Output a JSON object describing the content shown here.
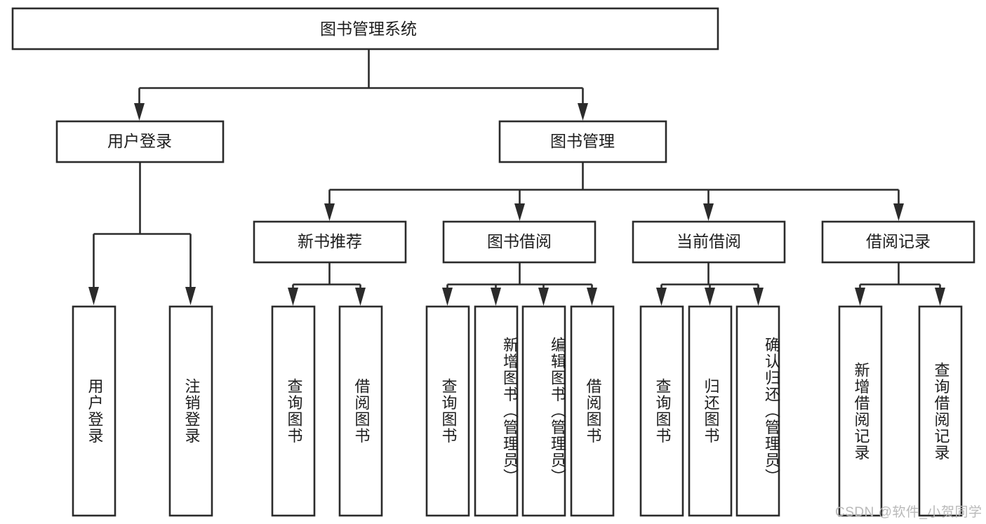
{
  "diagram": {
    "title": "图书管理系统",
    "watermark": "CSDN @软件_小贺同学",
    "colors": {
      "stroke": "#2b2b2b",
      "box_fill": "#ffffff",
      "text": "#1d1d1d",
      "background": "#ffffff",
      "watermark": "#b9b9b9"
    },
    "root": {
      "label": "图书管理系统"
    },
    "level2": [
      {
        "label": "用户登录"
      },
      {
        "label": "图书管理"
      }
    ],
    "level3": [
      {
        "label": "新书推荐"
      },
      {
        "label": "图书借阅"
      },
      {
        "label": "当前借阅"
      },
      {
        "label": "借阅记录"
      }
    ],
    "leaves": {
      "user_login": [
        {
          "label": "用户登录"
        },
        {
          "label": "注销登录"
        }
      ],
      "new_book_recommend": [
        {
          "label": "查询图书"
        },
        {
          "label": "借阅图书"
        }
      ],
      "book_borrow": [
        {
          "label": "查询图书"
        },
        {
          "label": "新增图书（管理员）"
        },
        {
          "label": "编辑图书（管理员）"
        },
        {
          "label": "借阅图书"
        }
      ],
      "current_borrow": [
        {
          "label": "查询图书"
        },
        {
          "label": "归还图书"
        },
        {
          "label": "确认归还（管理员）"
        }
      ],
      "borrow_record": [
        {
          "label": "新增借阅记录"
        },
        {
          "label": "查询借阅记录"
        }
      ]
    }
  },
  "chart_data": {
    "type": "diagram",
    "diagram_kind": "tree-hierarchy",
    "title": "图书管理系统",
    "orientation": "top-down",
    "levels": 4,
    "nodes": [
      {
        "id": "root",
        "label": "图书管理系统",
        "level": 1,
        "parent": null
      },
      {
        "id": "n-user-login",
        "label": "用户登录",
        "level": 2,
        "parent": "root"
      },
      {
        "id": "n-book-mgmt",
        "label": "图书管理",
        "level": 2,
        "parent": "root"
      },
      {
        "id": "n-new-recommend",
        "label": "新书推荐",
        "level": 3,
        "parent": "n-book-mgmt"
      },
      {
        "id": "n-book-borrow",
        "label": "图书借阅",
        "level": 3,
        "parent": "n-book-mgmt"
      },
      {
        "id": "n-current-borrow",
        "label": "当前借阅",
        "level": 3,
        "parent": "n-book-mgmt"
      },
      {
        "id": "n-borrow-record",
        "label": "借阅记录",
        "level": 3,
        "parent": "n-book-mgmt"
      },
      {
        "id": "l-user-login",
        "label": "用户登录",
        "level": 3,
        "parent": "n-user-login"
      },
      {
        "id": "l-user-logout",
        "label": "注销登录",
        "level": 3,
        "parent": "n-user-login"
      },
      {
        "id": "l-rec-query",
        "label": "查询图书",
        "level": 4,
        "parent": "n-new-recommend"
      },
      {
        "id": "l-rec-borrow",
        "label": "借阅图书",
        "level": 4,
        "parent": "n-new-recommend"
      },
      {
        "id": "l-bb-query",
        "label": "查询图书",
        "level": 4,
        "parent": "n-book-borrow"
      },
      {
        "id": "l-bb-add",
        "label": "新增图书（管理员）",
        "level": 4,
        "parent": "n-book-borrow"
      },
      {
        "id": "l-bb-edit",
        "label": "编辑图书（管理员）",
        "level": 4,
        "parent": "n-book-borrow"
      },
      {
        "id": "l-bb-borrow",
        "label": "借阅图书",
        "level": 4,
        "parent": "n-book-borrow"
      },
      {
        "id": "l-cb-query",
        "label": "查询图书",
        "level": 4,
        "parent": "n-current-borrow"
      },
      {
        "id": "l-cb-return",
        "label": "归还图书",
        "level": 4,
        "parent": "n-current-borrow"
      },
      {
        "id": "l-cb-confirm",
        "label": "确认归还（管理员）",
        "level": 4,
        "parent": "n-current-borrow"
      },
      {
        "id": "l-br-add",
        "label": "新增借阅记录",
        "level": 4,
        "parent": "n-borrow-record"
      },
      {
        "id": "l-br-query",
        "label": "查询借阅记录",
        "level": 4,
        "parent": "n-borrow-record"
      }
    ],
    "edges": [
      {
        "from": "root",
        "to": "n-user-login"
      },
      {
        "from": "root",
        "to": "n-book-mgmt"
      },
      {
        "from": "n-user-login",
        "to": "l-user-login"
      },
      {
        "from": "n-user-login",
        "to": "l-user-logout"
      },
      {
        "from": "n-book-mgmt",
        "to": "n-new-recommend"
      },
      {
        "from": "n-book-mgmt",
        "to": "n-book-borrow"
      },
      {
        "from": "n-book-mgmt",
        "to": "n-current-borrow"
      },
      {
        "from": "n-book-mgmt",
        "to": "n-borrow-record"
      },
      {
        "from": "n-new-recommend",
        "to": "l-rec-query"
      },
      {
        "from": "n-new-recommend",
        "to": "l-rec-borrow"
      },
      {
        "from": "n-book-borrow",
        "to": "l-bb-query"
      },
      {
        "from": "n-book-borrow",
        "to": "l-bb-add"
      },
      {
        "from": "n-book-borrow",
        "to": "l-bb-edit"
      },
      {
        "from": "n-book-borrow",
        "to": "l-bb-borrow"
      },
      {
        "from": "n-current-borrow",
        "to": "l-cb-query"
      },
      {
        "from": "n-current-borrow",
        "to": "l-cb-return"
      },
      {
        "from": "n-current-borrow",
        "to": "l-cb-confirm"
      },
      {
        "from": "n-borrow-record",
        "to": "l-br-add"
      },
      {
        "from": "n-borrow-record",
        "to": "l-br-query"
      }
    ]
  }
}
